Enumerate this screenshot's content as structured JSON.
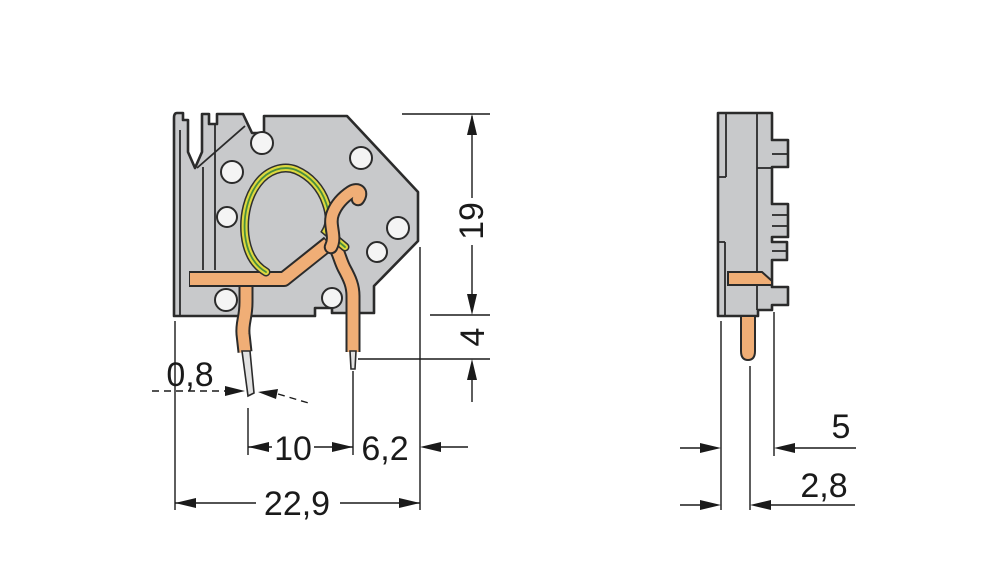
{
  "drawing": {
    "kind": "terminal-block-dimension-drawing",
    "front_view": {
      "dim_height": "19",
      "dim_pin_shoulder": "4",
      "dim_pin_diameter": "0,8",
      "dim_pin_pitch": "10",
      "dim_edge_offset": "6,2",
      "dim_overall_width": "22,9"
    },
    "side_view": {
      "dim_depth": "5",
      "dim_pin_offset": "2,8"
    },
    "colors": {
      "housing": "#c8c9cb",
      "copper": "#f0ae76",
      "spring_yellow": "#ddd83f",
      "spring_green": "#4a8f3c",
      "outline": "#2b2b2b",
      "dimension": "#1a1a1a",
      "background": "#ffffff"
    }
  }
}
